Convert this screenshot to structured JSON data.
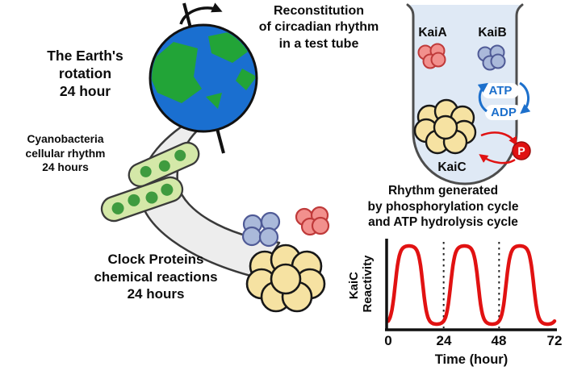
{
  "reconstitution_title": {
    "lines": [
      "Reconstitution",
      "of circadian rhythm",
      "in a test tube"
    ]
  },
  "earth_label": {
    "lines": [
      "The Earth's",
      "rotation",
      "24 hour"
    ]
  },
  "cyanobacteria_label": {
    "lines": [
      "Cyanobacteria",
      "cellular rhythm",
      "24 hours"
    ]
  },
  "clock_proteins_label": {
    "lines": [
      "Clock Proteins",
      "chemical reactions",
      "24 hours"
    ]
  },
  "test_tube": {
    "kaia_label": "KaiA",
    "kaib_label": "KaiB",
    "kaic_label": "KaiC",
    "atp_label": "ATP",
    "adp_label": "ADP",
    "phosphate_label": "P"
  },
  "rhythm_title": {
    "lines": [
      "Rhythm generated",
      "by phosphorylation cycle",
      "and ATP hydrolysis cycle"
    ]
  },
  "chart_data": {
    "type": "line",
    "title": "Rhythm generated by phosphorylation cycle and ATP hydrolysis cycle",
    "xlabel": "Time (hour)",
    "ylabel": "KaiC Reactivity",
    "ylabel_lines": [
      "KaiC",
      "Reactivity"
    ],
    "x_ticks": [
      0,
      24,
      48,
      72
    ],
    "xlim": [
      0,
      72
    ],
    "grid": "off",
    "legend": "none",
    "line_color": "#e11212",
    "dotted_gridlines_x": [
      24,
      48
    ],
    "wave": {
      "shape": "flattened-sine",
      "period_hours": 24,
      "phase_shift": 3,
      "flatten": 2.0,
      "peak_hours": [
        9,
        33,
        57
      ],
      "trough_hours": [
        21,
        45,
        69
      ]
    }
  },
  "colors": {
    "earth_ocean": "#1a6fd0",
    "earth_land": "#22a437",
    "cell_body": "#d4e8a8",
    "cell_dot": "#3f9b3f",
    "kaia_fill": "#f2908d",
    "kaia_stroke": "#bf3a3a",
    "kaib_fill": "#aab9da",
    "kaib_stroke": "#4f5a96",
    "kaic_fill": "#f6e2a2",
    "kaic_stroke": "#181818",
    "tube_fill": "#dfe9f5",
    "tube_stroke": "#4d4d4d",
    "atp_blue": "#1d70cc",
    "phosphate_red": "#e01212",
    "funnel_fill": "#ededed",
    "curve_red": "#e11212"
  }
}
